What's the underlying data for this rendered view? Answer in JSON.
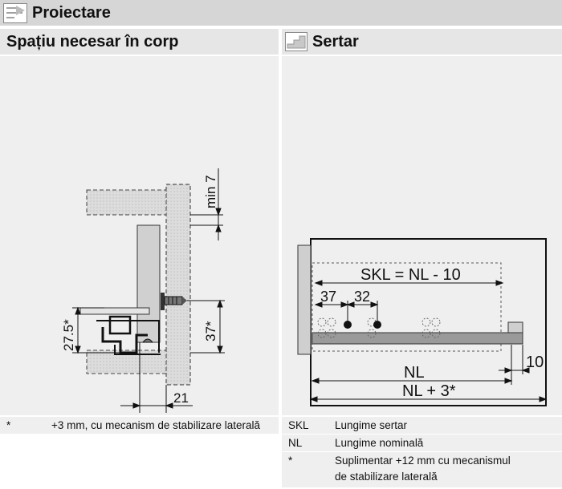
{
  "header": {
    "title": "Proiectare",
    "icon": "drawing-set-icon"
  },
  "left_panel": {
    "title": "Spațiu necesar în corp",
    "dimensions": {
      "min": "min 7",
      "height_left": "27.5*",
      "height_right": "37*",
      "bottom": "21"
    },
    "footnote": {
      "marker": "*",
      "text": "+3 mm, cu mecanism de stabilizare laterală"
    }
  },
  "right_panel": {
    "title": "Sertar",
    "icon": "drawer-icon",
    "dimensions": {
      "skl": "SKL = NL - 10",
      "d37": "37",
      "d32": "32",
      "d10": "10",
      "nl": "NL",
      "nl3": "NL + 3*"
    },
    "legend": [
      {
        "key": "SKL",
        "text": "Lungime sertar"
      },
      {
        "key": "NL",
        "text": "Lungime nominală"
      },
      {
        "key": "*",
        "text": "Suplimentar +12 mm cu mecanismul",
        "text2": "de stabilizare laterală"
      }
    ]
  }
}
